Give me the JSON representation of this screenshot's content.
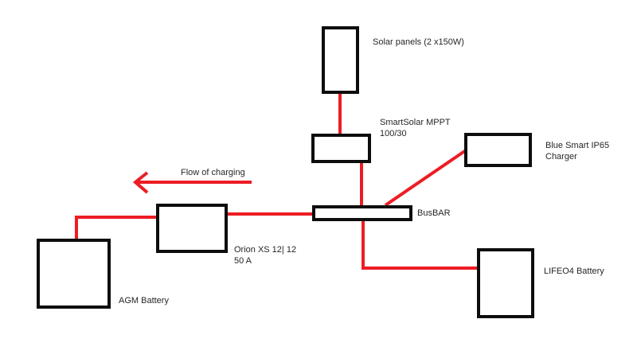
{
  "colors": {
    "wire": "#ed1c24",
    "box_border": "#0d0d0d",
    "text": "#262626"
  },
  "nodes": {
    "solar_panels": {
      "label": "Solar panels (2 x150W)"
    },
    "smartsolar_mppt": {
      "label_line1": "SmartSolar MPPT",
      "label_line2": "100/30"
    },
    "blue_smart_charger": {
      "label_line1": "Blue Smart IP65",
      "label_line2": "Charger"
    },
    "busbar": {
      "label": "BusBAR"
    },
    "orion_dcdc": {
      "label_line1": "Orion XS 12| 12",
      "label_line2": "50 A"
    },
    "agm_battery": {
      "label": "AGM Battery"
    },
    "lifepo4_battery": {
      "label": "LIFEO4 Battery"
    }
  },
  "annotations": {
    "flow_direction": {
      "label": "Flow of charging"
    }
  }
}
